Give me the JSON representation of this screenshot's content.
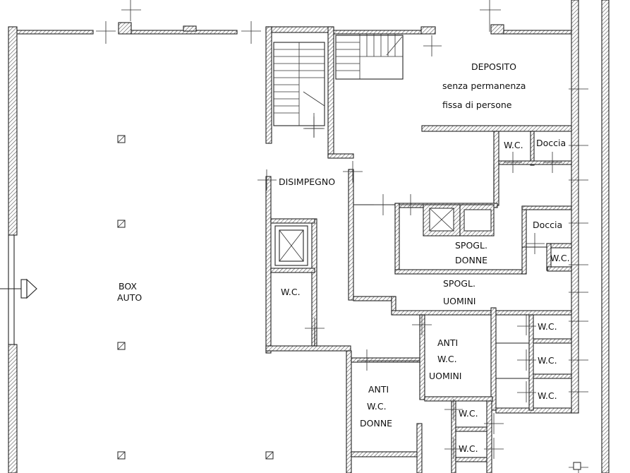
{
  "rooms": {
    "deposito": {
      "name": "DEPOSITO",
      "note1": "senza permanenza",
      "note2": "fissa di persone"
    },
    "wc_top": "W.C.",
    "doccia_top": "Doccia",
    "disimpegno": "DISIMPEGNO",
    "doccia_mid": "Doccia",
    "spogl_donne_1": "SPOGL.",
    "spogl_donne_2": "DONNE",
    "wc_mid": "W.C.",
    "box_1": "BOX",
    "box_2": "AUTO",
    "wc_left": "W.C.",
    "spogl_uomini_1": "SPOGL.",
    "spogl_uomini_2": "UOMINI",
    "wc_r1": "W.C.",
    "anti_uomini_1": "ANTI",
    "anti_uomini_2": "W.C.",
    "anti_uomini_3": "UOMINI",
    "wc_r2": "W.C.",
    "anti_donne_1": "ANTI",
    "anti_donne_2": "W.C.",
    "anti_donne_3": "DONNE",
    "wc_r3": "W.C.",
    "wc_b1": "W.C.",
    "wc_b2": "W.C."
  }
}
